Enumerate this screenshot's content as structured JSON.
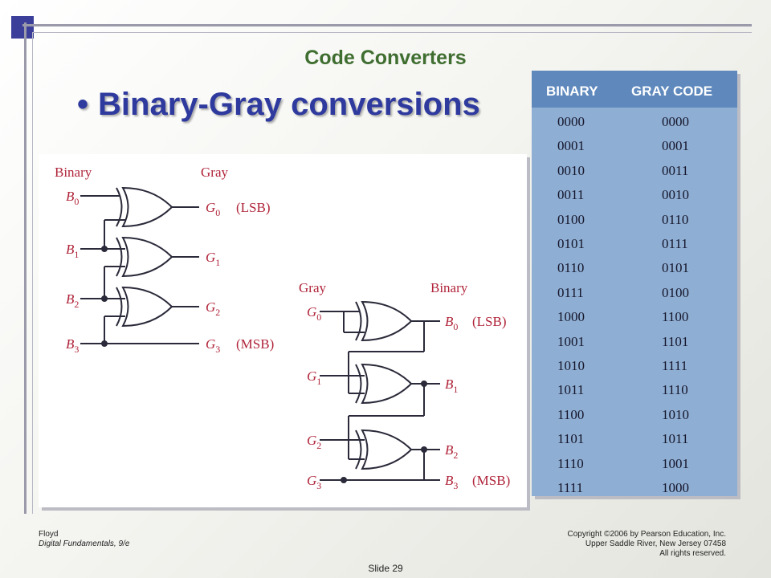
{
  "slide": {
    "title": "Code Converters",
    "bullet": "Binary-Gray conversions",
    "slide_number": "Slide 29"
  },
  "diagram1": {
    "left_heading": "Binary",
    "right_heading": "Gray",
    "inputs": [
      "B",
      "B",
      "B",
      "B"
    ],
    "input_subs": [
      "0",
      "1",
      "2",
      "3"
    ],
    "outputs": [
      "G",
      "G",
      "G",
      "G"
    ],
    "output_subs": [
      "0",
      "1",
      "2",
      "3"
    ],
    "lsb": "(LSB)",
    "msb": "(MSB)"
  },
  "diagram2": {
    "left_heading": "Gray",
    "right_heading": "Binary",
    "inputs": [
      "G",
      "G",
      "G",
      "G"
    ],
    "input_subs": [
      "0",
      "1",
      "2",
      "3"
    ],
    "outputs": [
      "B",
      "B",
      "B",
      "B"
    ],
    "output_subs": [
      "0",
      "1",
      "2",
      "3"
    ],
    "lsb": "(LSB)",
    "msb": "(MSB)"
  },
  "table": {
    "headers": [
      "BINARY",
      "GRAY CODE"
    ],
    "rows": [
      [
        "0000",
        "0000"
      ],
      [
        "0001",
        "0001"
      ],
      [
        "0010",
        "0011"
      ],
      [
        "0011",
        "0010"
      ],
      [
        "0100",
        "0110"
      ],
      [
        "0101",
        "0111"
      ],
      [
        "0110",
        "0101"
      ],
      [
        "0111",
        "0100"
      ],
      [
        "1000",
        "1100"
      ],
      [
        "1001",
        "1101"
      ],
      [
        "1010",
        "1111"
      ],
      [
        "1011",
        "1110"
      ],
      [
        "1100",
        "1010"
      ],
      [
        "1101",
        "1011"
      ],
      [
        "1110",
        "1001"
      ],
      [
        "1111",
        "1000"
      ]
    ]
  },
  "footer": {
    "author": "Floyd",
    "book": "Digital Fundamentals, 9/e",
    "copyright": [
      "Copyright ©2006 by Pearson Education, Inc.",
      "Upper Saddle River, New Jersey 07458",
      "All rights reserved."
    ]
  },
  "colors": {
    "title": "#3f6e30",
    "bullet": "#2f3a9e",
    "label_red": "#b0243a",
    "table_header": "#5f89bd",
    "table_body": "#8eaed3"
  }
}
